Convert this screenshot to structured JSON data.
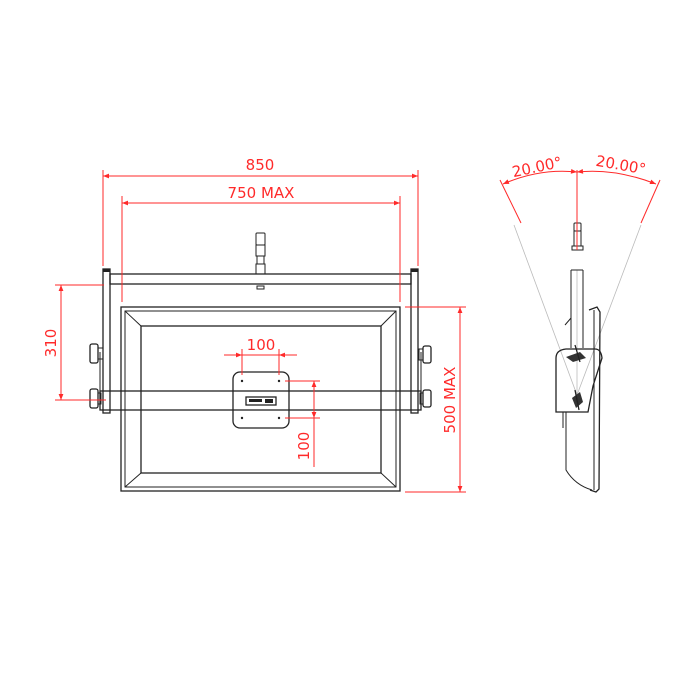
{
  "drawing": {
    "front_view": {
      "overall_width": {
        "label": "850"
      },
      "max_width": {
        "label": "750 MAX"
      },
      "height_arm": {
        "label": "310"
      },
      "max_height": {
        "label": "500 MAX"
      },
      "vesa_horizontal": {
        "label": "100"
      },
      "vesa_vertical": {
        "label": "100"
      }
    },
    "side_view": {
      "tilt_left": {
        "label": "20.00°"
      },
      "tilt_right": {
        "label": "20.00°"
      }
    },
    "colors": {
      "dimension": "#ff2a2a",
      "outline": "#222222",
      "construction": "#bbbbbb",
      "background": "#ffffff"
    }
  }
}
